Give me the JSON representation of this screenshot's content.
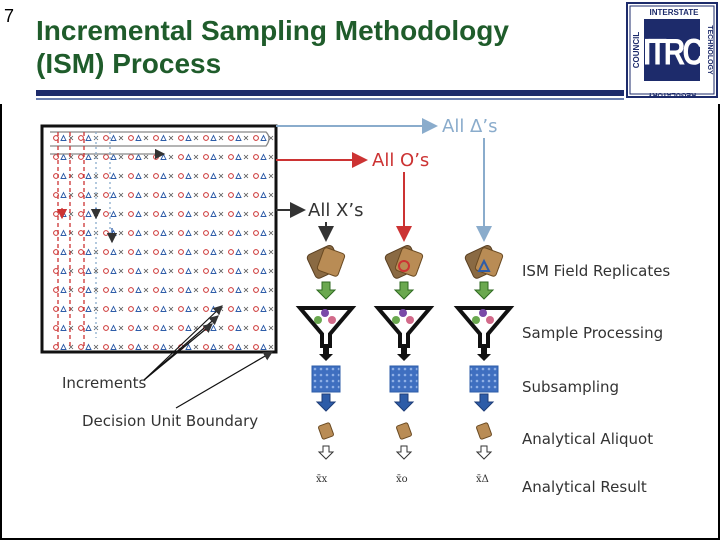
{
  "slide": {
    "number": "7"
  },
  "title": {
    "line1": "Incremental Sampling Methodology",
    "line2": "(ISM) Process"
  },
  "logo": {
    "center_text": "ITRC",
    "top_text": "INTERSTATE",
    "left_text": "COUNCIL",
    "right_text": "TECHNOLOGY",
    "bottom_text": "REGULATORY",
    "color": "#1d2b6b"
  },
  "diagram": {
    "arrow_labels": {
      "all_delta": "All Δ’s",
      "all_o": "All O’s",
      "all_x": "All X’s"
    },
    "callouts": {
      "increments": "Increments",
      "decision_unit_boundary": "Decision Unit Boundary"
    },
    "process_steps": [
      "ISM Field Replicates",
      "Sample Processing",
      "Subsampling",
      "Analytical Aliquot",
      "Analytical Result"
    ],
    "results": [
      "x̄x",
      "x̄o",
      "x̄Δ"
    ],
    "colors": {
      "blue_arrow": "#8aaccc",
      "red_arrow": "#cc3333",
      "dark_arrow": "#333333",
      "funnel_black": "#111111",
      "subsample_blue": "#3f6fc0",
      "down_arrow_green": "#6aa84f",
      "down_arrow_blue": "#2d5ca8"
    }
  }
}
